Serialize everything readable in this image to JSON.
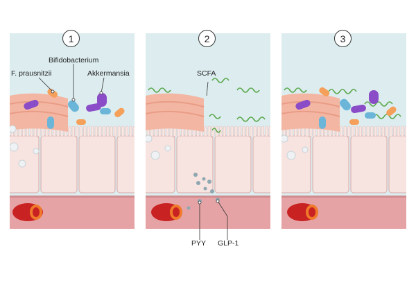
{
  "panels": [
    {
      "step": "1",
      "labels": {
        "bifido": "Bifidobacterium",
        "fprau": "F. prausnitzii",
        "akker": "Akkermansia"
      }
    },
    {
      "step": "2",
      "labels": {
        "scfa": "SCFA",
        "pyy": "PYY",
        "glp1": "GLP-1"
      }
    },
    {
      "step": "3",
      "labels": {}
    }
  ],
  "colors": {
    "lumen": "#dcecef",
    "mucus": "#f3b6a2",
    "cell": "#f7e3e0",
    "cell_border": "#d8a9a6",
    "tissue": "#e6a3a6",
    "vessel": "#c82222",
    "bacteria_purple": "#8a4cc7",
    "bacteria_blue": "#6bb6d8",
    "bacteria_orange": "#f5a05a",
    "scfa_green": "#5aa84a",
    "hormone": "#8ea7b0"
  }
}
